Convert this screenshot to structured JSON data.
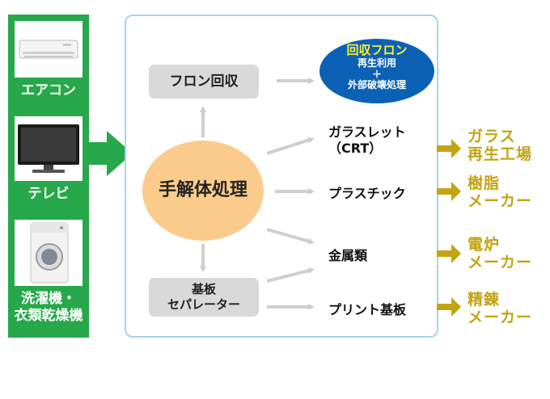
{
  "appliances": [
    {
      "id": "aircon",
      "label": "エアコン"
    },
    {
      "id": "tv",
      "label": "テレビ"
    },
    {
      "id": "washer",
      "label_lines": [
        "洗濯機・",
        "衣類乾燥機"
      ]
    }
  ],
  "process": {
    "hub": "手解体処理",
    "freon_recovery": "フロン回収",
    "board_separator_lines": [
      "基板",
      "セパレーター"
    ]
  },
  "freon_result": {
    "title": "回収フロン",
    "line1": "再生利用",
    "plus": "＋",
    "line2": "外部破壊処理"
  },
  "materials": [
    {
      "id": "glass",
      "lines": [
        "ガラスレット",
        "（CRT）"
      ]
    },
    {
      "id": "plastic",
      "lines": [
        "プラスチック"
      ]
    },
    {
      "id": "metal",
      "lines": [
        "金属類"
      ]
    },
    {
      "id": "pcb",
      "lines": [
        "プリント基板"
      ]
    }
  ],
  "destinations": [
    {
      "id": "glass",
      "lines": [
        "ガラス",
        "再生工場"
      ]
    },
    {
      "id": "plastic",
      "lines": [
        "樹脂",
        "メーカー"
      ]
    },
    {
      "id": "metal",
      "lines": [
        "電炉",
        "メーカー"
      ]
    },
    {
      "id": "pcb",
      "lines": [
        "精錬",
        "メーカー"
      ]
    }
  ],
  "colors": {
    "green": "#27a84a",
    "hub": "#fbcb8c",
    "freon_oval": "#0b61b5",
    "freon_title": "#ffee2a",
    "destination": "#c3a412",
    "arrow_gray": "#cfcfcf",
    "box_border": "#a6d5ec"
  }
}
